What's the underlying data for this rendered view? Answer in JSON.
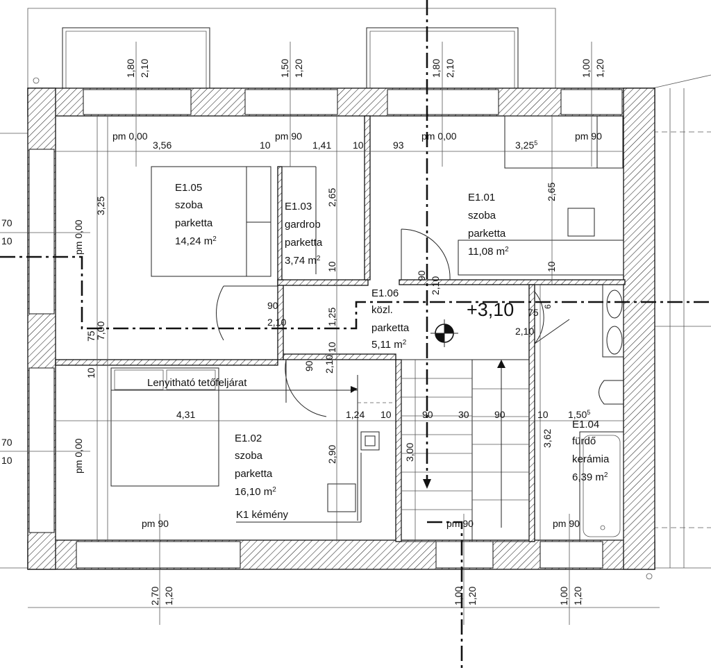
{
  "rooms": {
    "e105": {
      "id": "E1.05",
      "name": "szoba",
      "floor": "parketta",
      "area": "14,24 m",
      "area_sup": "2"
    },
    "e103": {
      "id": "E1.03",
      "name": "gardrob",
      "floor": "parketta",
      "area": "3,74 m",
      "area_sup": "2"
    },
    "e101": {
      "id": "E1.01",
      "name": "szoba",
      "floor": "parketta",
      "area": "11,08 m",
      "area_sup": "2"
    },
    "e106": {
      "id": "E1.06",
      "name": "közl.",
      "floor": "parketta",
      "area": "5,11 m",
      "area_sup": "2"
    },
    "e102": {
      "id": "E1.02",
      "name": "szoba",
      "floor": "parketta",
      "area": "16,10 m",
      "area_sup": "2"
    },
    "e104": {
      "id": "E1.04",
      "name": "fürdő",
      "floor": "kerámia",
      "area": "6,39 m",
      "area_sup": "2"
    }
  },
  "annotations": {
    "roof_hatch": "Lenyitható tetőfeljárat",
    "chimney": "K1 kémény",
    "level": "+3,10"
  },
  "parapet_labels": {
    "pm_000": "pm 0,00",
    "pm_90": "pm 90"
  },
  "dimensions": {
    "top_window_1": [
      "1,80",
      "2,10"
    ],
    "top_window_2": [
      "1,50",
      "1,20"
    ],
    "top_window_3": [
      "1,80",
      "2,10"
    ],
    "top_window_4": [
      "1,00",
      "1,20"
    ],
    "bottom_window_1": [
      "2,70",
      "1,20"
    ],
    "bottom_window_2": [
      "1,00",
      "1,20"
    ],
    "bottom_window_3": [
      "1,00",
      "1,20"
    ],
    "left_upper": [
      "70",
      "10"
    ],
    "left_lower": [
      "70",
      "10"
    ],
    "top_chain": [
      "3,56",
      "10",
      "1,41",
      "10",
      "93",
      "3,25"
    ],
    "top_chain_sup": "5",
    "mid_chain": [
      "4,31",
      "1,24",
      "10",
      "90",
      "30",
      "90",
      "10",
      "1,50"
    ],
    "mid_chain_sup": "5",
    "vertical": [
      "3,25",
      "7,00",
      "75",
      "10",
      "2,65",
      "2,65",
      "10",
      "1,25",
      "2,90",
      "3,00",
      "3,62",
      "6",
      "10",
      "2,10",
      "10"
    ],
    "door_105": [
      "90",
      "2,10"
    ],
    "door_101": [
      "90",
      "2,10"
    ],
    "door_104": [
      "75",
      "2,10"
    ],
    "door_102": [
      "90",
      "2,10"
    ],
    "sup_5": "5"
  },
  "colors": {
    "line": "#111111",
    "hatch": "#222222",
    "background": "#ffffff"
  }
}
